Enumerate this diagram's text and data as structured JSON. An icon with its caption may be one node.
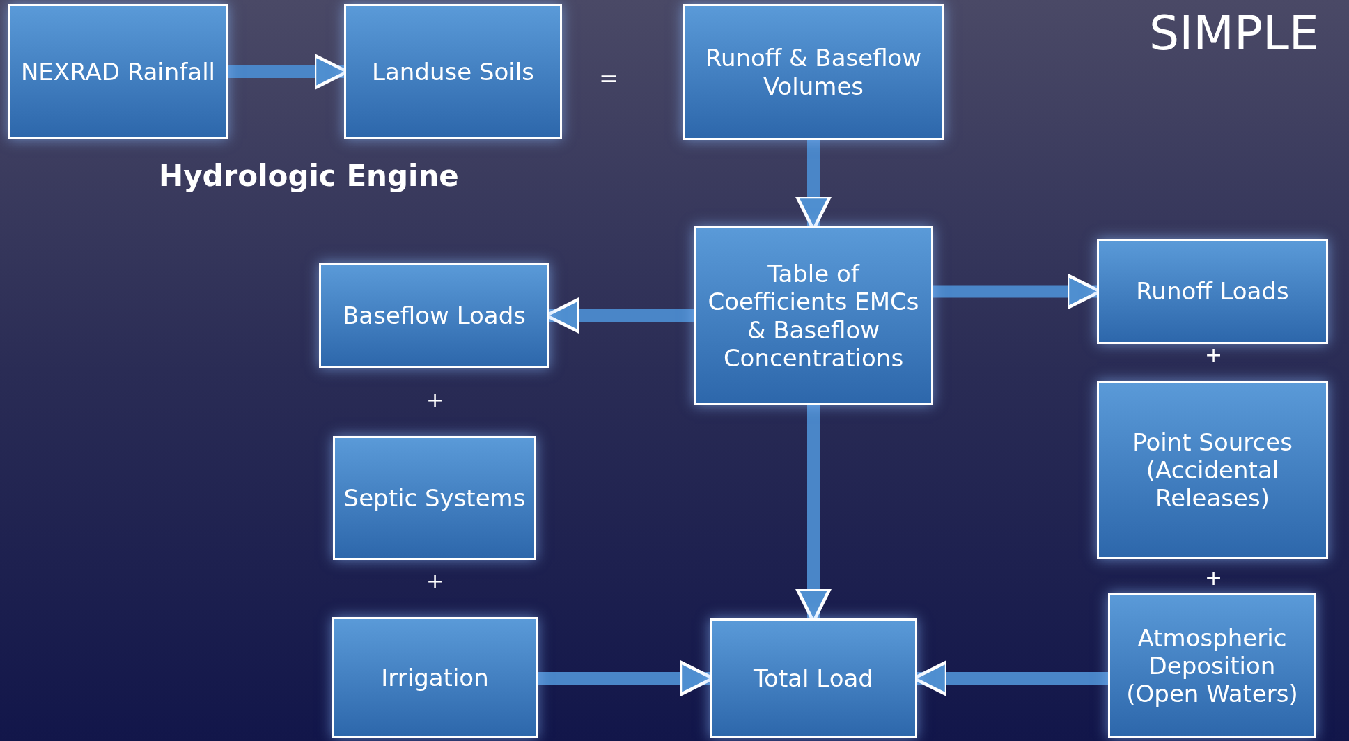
{
  "diagram": {
    "nodes": [
      {
        "text": [
          "NEXRAD Rainfall"
        ]
      },
      {
        "text": [
          "Landuse Soils"
        ]
      },
      {
        "text": [
          "Runoff & Baseflow Volumes"
        ]
      },
      {
        "text": [
          "Table of Coefficients EMCs & Baseflow Concentrations"
        ]
      },
      {
        "text": [
          "Baseflow Loads"
        ]
      },
      {
        "text": [
          "Runoff Loads"
        ]
      },
      {
        "text": [
          "Septic Systems"
        ]
      },
      {
        "text": [
          "Point Sources (Accidental Releases)"
        ]
      },
      {
        "text": [
          "Irrigation"
        ]
      },
      {
        "text": [
          "Total Load"
        ]
      },
      {
        "text": [
          "Atmospheric Deposition (Open Waters)"
        ]
      }
    ],
    "edges": [
      {
        "from": 0,
        "to": 1,
        "arrow": "to"
      },
      {
        "from": 2,
        "to": 3,
        "arrow": "to"
      },
      {
        "from": 3,
        "to": 4,
        "arrow": "to"
      },
      {
        "from": 3,
        "to": 5,
        "arrow": "to"
      },
      {
        "from": 3,
        "to": 9,
        "arrow": "to"
      },
      {
        "from": 8,
        "to": 9,
        "arrow": "to"
      },
      {
        "from": 10,
        "to": 9,
        "arrow": "to"
      }
    ],
    "labels": [
      "=",
      "SIMPLE",
      "Hydrologic Engine",
      "+",
      "+",
      "+",
      "+"
    ]
  }
}
